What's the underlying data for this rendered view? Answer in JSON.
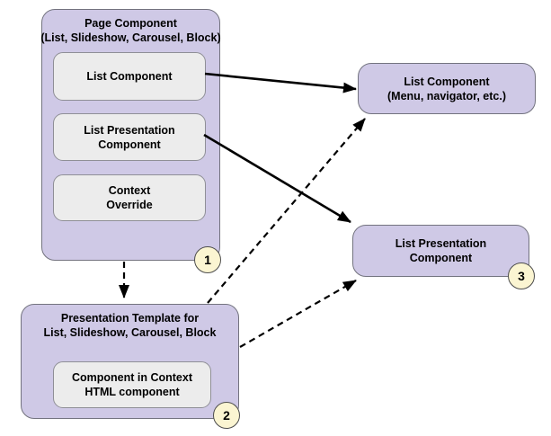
{
  "colors": {
    "background": "#ffffff",
    "text": "#000000",
    "box_fill": "#cfc9e6",
    "box_border": "#73737f",
    "inner_fill": "#ececec",
    "inner_border": "#8f8f96",
    "badge_fill": "#fbf5d2",
    "badge_border": "#4d4d4d",
    "arrow": "#000000"
  },
  "boxes": {
    "page_component": {
      "title": "Page Component\n(List, Slideshow, Carousel, Block)",
      "badge": "1",
      "children": {
        "list_component": "List Component",
        "list_presentation": "List Presentation\nComponent",
        "context_override": "Context\nOverride"
      }
    },
    "list_component_target": {
      "title": "List Component\n(Menu, navigator, etc.)"
    },
    "list_presentation_target": {
      "title": "List Presentation\nComponent",
      "badge": "3"
    },
    "presentation_template": {
      "title": "Presentation Template for\nList, Slideshow, Carousel, Block",
      "badge": "2",
      "children": {
        "component_in_context": "Component in Context\nHTML component"
      }
    }
  }
}
